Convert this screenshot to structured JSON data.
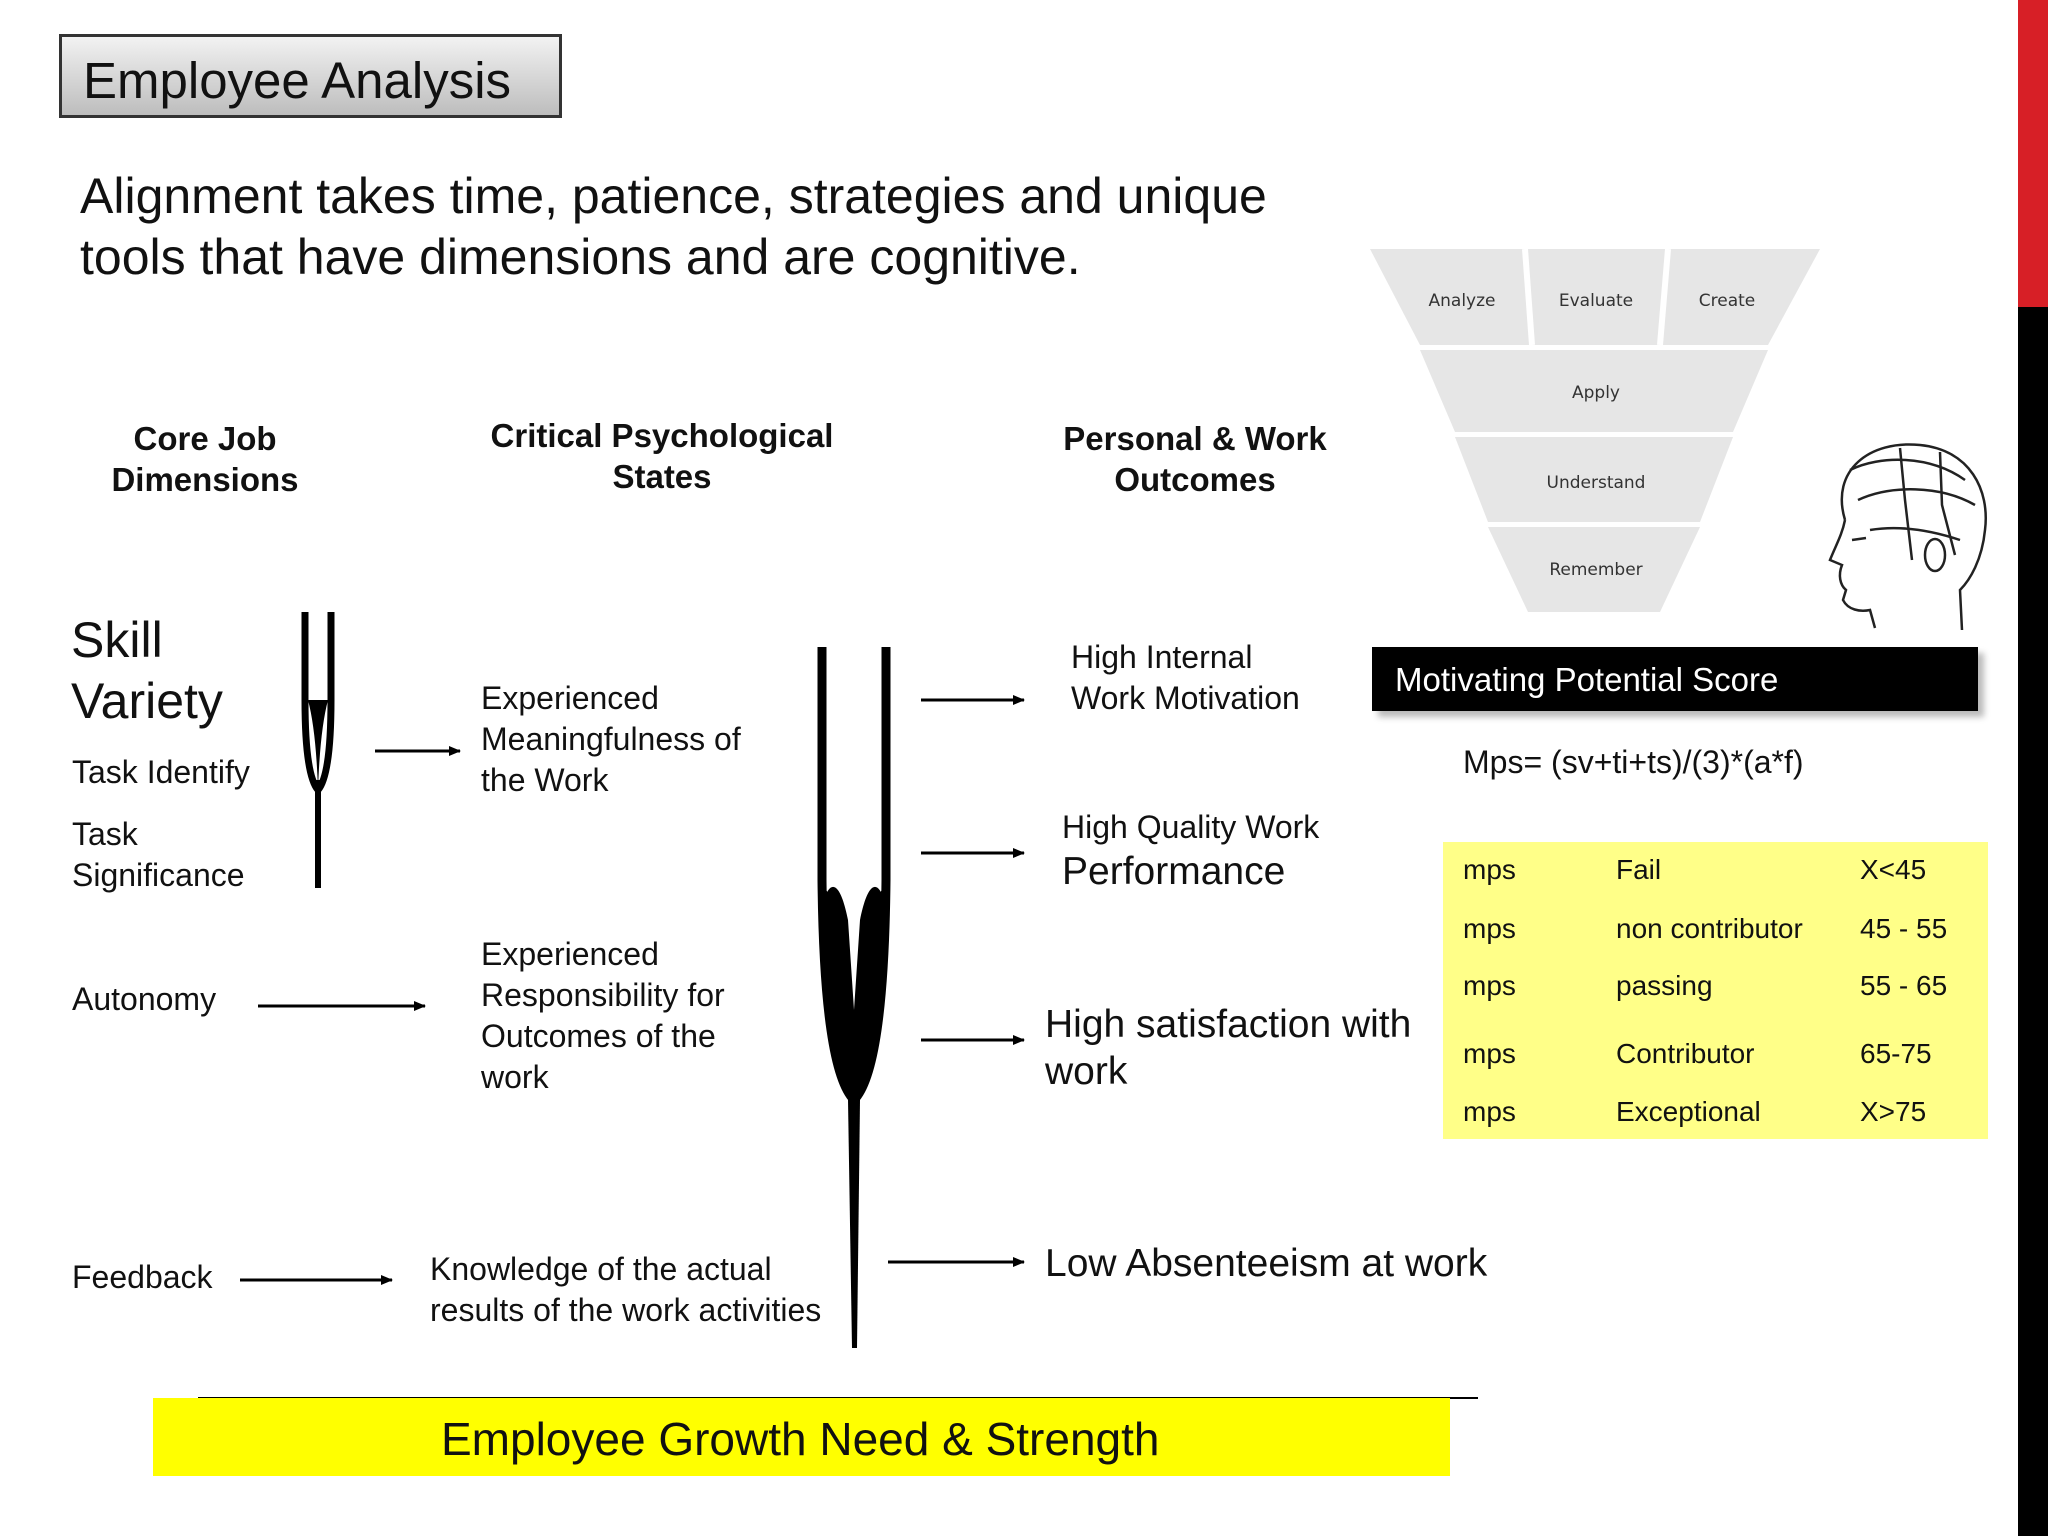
{
  "title": "Employee Analysis",
  "subtitle_line1": "Alignment takes time, patience, strategies and unique",
  "subtitle_line2": "tools that have dimensions and are cognitive.",
  "columns": {
    "core_l1": "Core Job",
    "core_l2": "Dimensions",
    "crit_l1": "Critical Psychological",
    "crit_l2": "States",
    "outc_l1": "Personal & Work",
    "outc_l2": "Outcomes"
  },
  "core": {
    "skill": "Skill",
    "variety": "Variety",
    "task_identify": "Task Identify",
    "task": "Task",
    "significance": "Significance",
    "autonomy": "Autonomy",
    "feedback": "Feedback"
  },
  "states": {
    "meaning_l1": "Experienced",
    "meaning_l2": "Meaningfulness of",
    "meaning_l3": "the Work",
    "resp_l1": "Experienced",
    "resp_l2": "Responsibility for",
    "resp_l3": "Outcomes of the",
    "resp_l4": "work",
    "know_l1": "Knowledge of the actual",
    "know_l2": "results of the work activities"
  },
  "outcomes": {
    "motiv_l1": "High Internal",
    "motiv_l2": "Work Motivation",
    "quality_l1": "High Quality Work",
    "quality_l2": "Performance",
    "satis_l1": "High satisfaction with",
    "satis_l2": "work",
    "absent": "Low Absenteeism at work"
  },
  "pyramid": {
    "analyze": "Analyze",
    "evaluate": "Evaluate",
    "create": "Create",
    "apply": "Apply",
    "understand": "Understand",
    "remember": "Remember"
  },
  "mps": {
    "banner": "Motivating Potential Score",
    "formula": "Mps= (sv+ti+ts)/(3)*(a*f)",
    "rows": [
      {
        "c1": "mps",
        "c2": "Fail",
        "c3": "X<45"
      },
      {
        "c1": "mps",
        "c2": "non contributor",
        "c3": "45 - 55"
      },
      {
        "c1": "mps",
        "c2": "passing",
        "c3": "55 - 65"
      },
      {
        "c1": "mps",
        "c2": "Contributor",
        "c3": "65-75"
      },
      {
        "c1": "mps",
        "c2": "Exceptional",
        "c3": "X>75"
      }
    ]
  },
  "growth": "Employee Growth Need  & Strength",
  "colors": {
    "accent_red": "#d71f26",
    "highlight_yellow": "#ffff00",
    "table_yellow": "#ffff88"
  },
  "icons": [
    "tuning-fork-icon",
    "phrenology-head-icon",
    "arrow-right-icon"
  ]
}
